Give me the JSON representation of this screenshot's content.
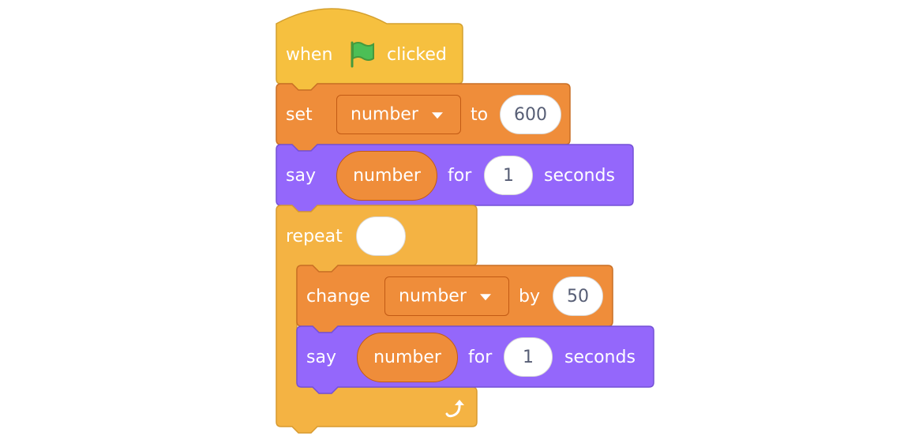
{
  "blocks": {
    "hat": {
      "when": "when",
      "clicked": "clicked",
      "flag_icon": "green-flag-icon",
      "color": "#f6c03f"
    },
    "set": {
      "label": "set",
      "variable": "number",
      "to": "to",
      "value": "600",
      "color": "#ef8d3a"
    },
    "say1": {
      "label": "say",
      "reporter": "number",
      "for": "for",
      "secs": "1",
      "seconds": "seconds",
      "color": "#9467fb"
    },
    "repeat": {
      "label": "repeat",
      "times": "",
      "loop_icon": "loop-arrow-icon",
      "color": "#f4b343"
    },
    "change": {
      "label": "change",
      "variable": "number",
      "by": "by",
      "value": "50",
      "color": "#ef8d3a"
    },
    "say2": {
      "label": "say",
      "reporter": "number",
      "for": "for",
      "secs": "1",
      "seconds": "seconds",
      "color": "#9467fb"
    }
  }
}
